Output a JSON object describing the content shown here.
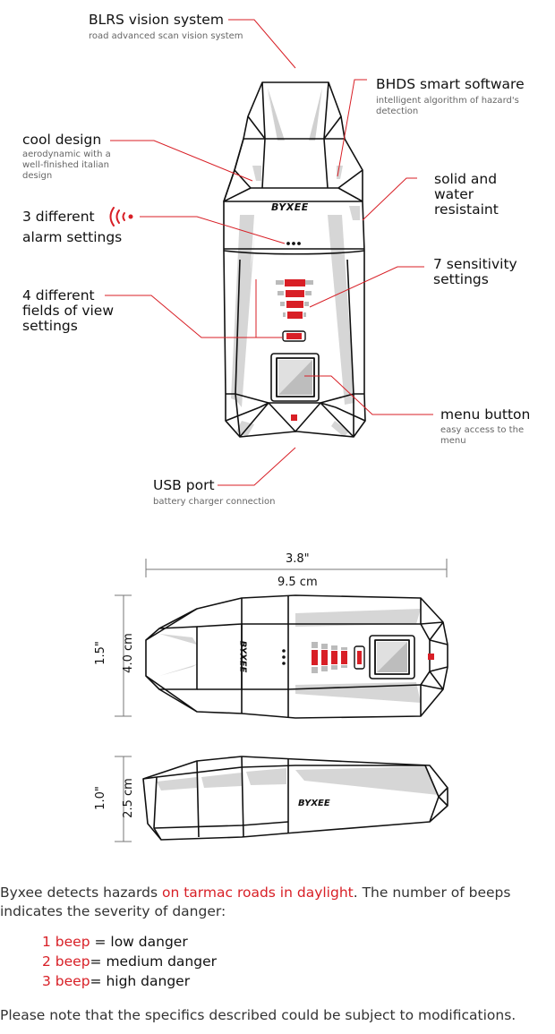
{
  "callouts": {
    "blrs": {
      "title": "BLRS vision system",
      "sub": "road advanced scan vision system"
    },
    "bhds": {
      "title": "BHDS smart software",
      "sub1": "intelligent algorithm of hazard's",
      "sub2": "detection"
    },
    "cool": {
      "title": "cool design",
      "sub1": "aerodynamic with a",
      "sub2": "well-finished italian",
      "sub3": "design"
    },
    "alarm": {
      "line1": "3 different",
      "line2": "alarm settings",
      "icon": "sound-wave-icon"
    },
    "solid": {
      "line1": "solid and",
      "line2": "water",
      "line3": "resistaint"
    },
    "sensitivity": {
      "line1": "7 sensitivity",
      "line2": "settings"
    },
    "fields": {
      "line1": "4 different",
      "line2": "fields of view",
      "line3": "settings"
    },
    "menu": {
      "title": "menu button",
      "sub1": "easy access to the",
      "sub2": "menu"
    },
    "usb": {
      "title": "USB port",
      "sub": "battery charger connection"
    }
  },
  "brand": "BYXEE",
  "dimensions": {
    "width_in": "3.8\"",
    "width_cm": "9.5 cm",
    "height_in": "1.5\"",
    "height_cm": "4.0 cm",
    "depth_in": "1.0\"",
    "depth_cm": "2.5 cm"
  },
  "text": {
    "para_pre": "Byxee detects hazards ",
    "para_hl": "on tarmac roads in daylight",
    "para_post": ". The number of beeps",
    "para_line2": "indicates the severity of danger:",
    "beeps": [
      {
        "num": "1 beep",
        "desc": " = low danger"
      },
      {
        "num": "2  beep",
        "desc": "= medium danger"
      },
      {
        "num": "3  beep",
        "desc": "= high danger"
      }
    ],
    "note": "Please note that the specifics described could be subject to modifications."
  },
  "colors": {
    "accent": "#d81f26",
    "line": "#111111",
    "shade": "#cccccc"
  }
}
